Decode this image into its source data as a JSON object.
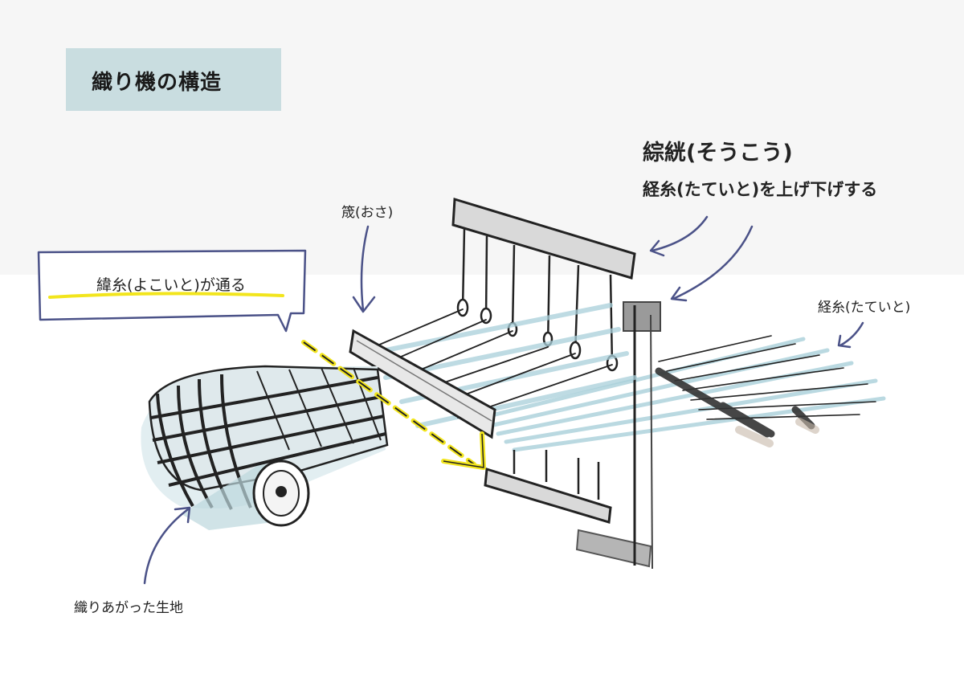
{
  "title": "織り機の構造",
  "labels": {
    "heddle": "綜絖(そうこう)",
    "heddle_desc": "経糸(たていと)を上げ下げする",
    "reed": "筬(おさ)",
    "weft": "緯糸(よこいと)が通る",
    "warp": "経糸(たていと)",
    "cloth": "織りあがった生地"
  },
  "colors": {
    "title_bg": "#c9dde0",
    "arrow": "#4b5288",
    "highlight": "#f2e51c",
    "warp_blue": "#a9d0da"
  }
}
